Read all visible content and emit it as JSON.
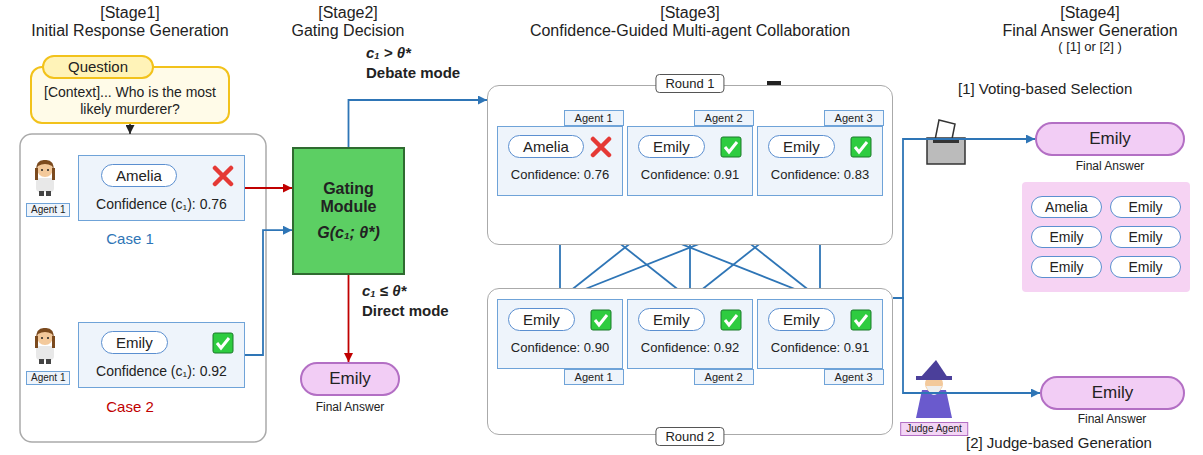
{
  "diagram": {
    "nodes": [
      {
        "text": [
          "Question",
          "[Context]... Who is the most likely murderer?"
        ]
      },
      {
        "text": [
          "Amelia",
          "Confidence (c₁): 0.76"
        ]
      },
      {
        "text": [
          "Emily",
          "Confidence (c₁): 0.92"
        ]
      },
      {
        "text": [
          "Gating Module",
          "G(c₁; θ*)"
        ]
      },
      {
        "text": [
          "Emily"
        ]
      },
      {
        "text": [
          "Round 1"
        ]
      },
      {
        "text": [
          "Agent 1",
          "Amelia",
          "Confidence: 0.76"
        ],
        "in": 5
      },
      {
        "text": [
          "Agent 2",
          "Emily",
          "Confidence: 0.91"
        ],
        "in": 5
      },
      {
        "text": [
          "Agent 3",
          "Emily",
          "Confidence: 0.83"
        ],
        "in": 5
      },
      {
        "text": [
          "Round 2"
        ]
      },
      {
        "text": [
          "Agent 1",
          "Emily",
          "Confidence: 0.90"
        ],
        "in": 9
      },
      {
        "text": [
          "Agent 2",
          "Emily",
          "Confidence: 0.92"
        ],
        "in": 9
      },
      {
        "text": [
          "Agent 3",
          "Emily",
          "Confidence: 0.91"
        ],
        "in": 9
      },
      {
        "text": [
          "Emily"
        ]
      },
      {
        "text": [
          "Amelia",
          "Emily",
          "Emily",
          "Emily",
          "Emily",
          "Emily"
        ]
      },
      {
        "text": [
          "Emily"
        ]
      }
    ],
    "edges": [
      {
        "from": 1,
        "to": 3,
        "arrow": "to"
      },
      {
        "from": 2,
        "to": 3,
        "arrow": "to"
      },
      {
        "from": 3,
        "to": 5,
        "arrow": "to"
      },
      {
        "from": 3,
        "to": 4,
        "arrow": "to"
      },
      {
        "from": 6,
        "to": 10,
        "arrow": "to"
      },
      {
        "from": 6,
        "to": 11,
        "arrow": "to"
      },
      {
        "from": 6,
        "to": 12,
        "arrow": "to"
      },
      {
        "from": 7,
        "to": 10,
        "arrow": "to"
      },
      {
        "from": 7,
        "to": 11,
        "arrow": "to"
      },
      {
        "from": 7,
        "to": 12,
        "arrow": "to"
      },
      {
        "from": 8,
        "to": 10,
        "arrow": "to"
      },
      {
        "from": 8,
        "to": 11,
        "arrow": "to"
      },
      {
        "from": 8,
        "to": 12,
        "arrow": "to"
      },
      {
        "from": 9,
        "to": 13,
        "arrow": "to"
      },
      {
        "from": 9,
        "to": 15,
        "arrow": "to"
      }
    ],
    "labels": [
      "[Stage1]",
      "Initial Response Generation",
      "[Stage2]",
      "Gating Decision",
      "[Stage3]",
      "Confidence-Guided Multi-agent Collaboration",
      "[Stage4]",
      "Final Answer Generation",
      "( [1] or [2] )",
      "Agent 1",
      "Case 1",
      "Agent 1",
      "Case 2",
      "c₁ > θ*",
      "Debate mode",
      "c₁ ≤ θ*",
      "Direct mode",
      "Final Answer",
      "Final Answer",
      "[1] Voting-based Selection",
      "Judge Agent",
      "Final Answer",
      "[2] Judge-based Generation"
    ]
  }
}
